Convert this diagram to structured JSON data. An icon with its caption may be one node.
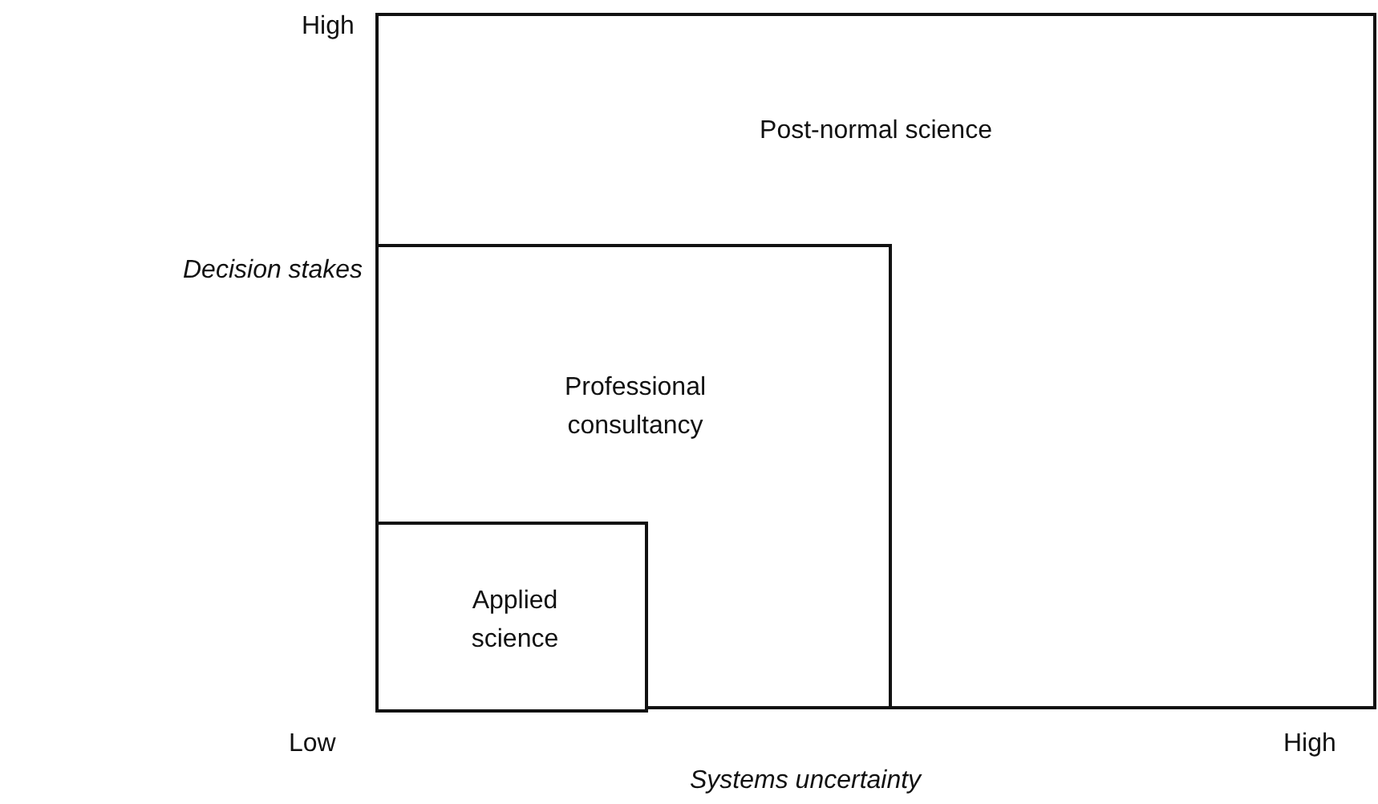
{
  "diagram": {
    "nodes": [
      {
        "text": [
          "Post-normal science"
        ]
      },
      {
        "text": [
          "Professional consultancy"
        ],
        "in": 0
      },
      {
        "text": [
          "Applied science"
        ],
        "in": 1
      }
    ],
    "edges": [],
    "labels": [
      "High",
      "Decision stakes",
      "Low",
      "High",
      "Systems uncertainty"
    ]
  }
}
